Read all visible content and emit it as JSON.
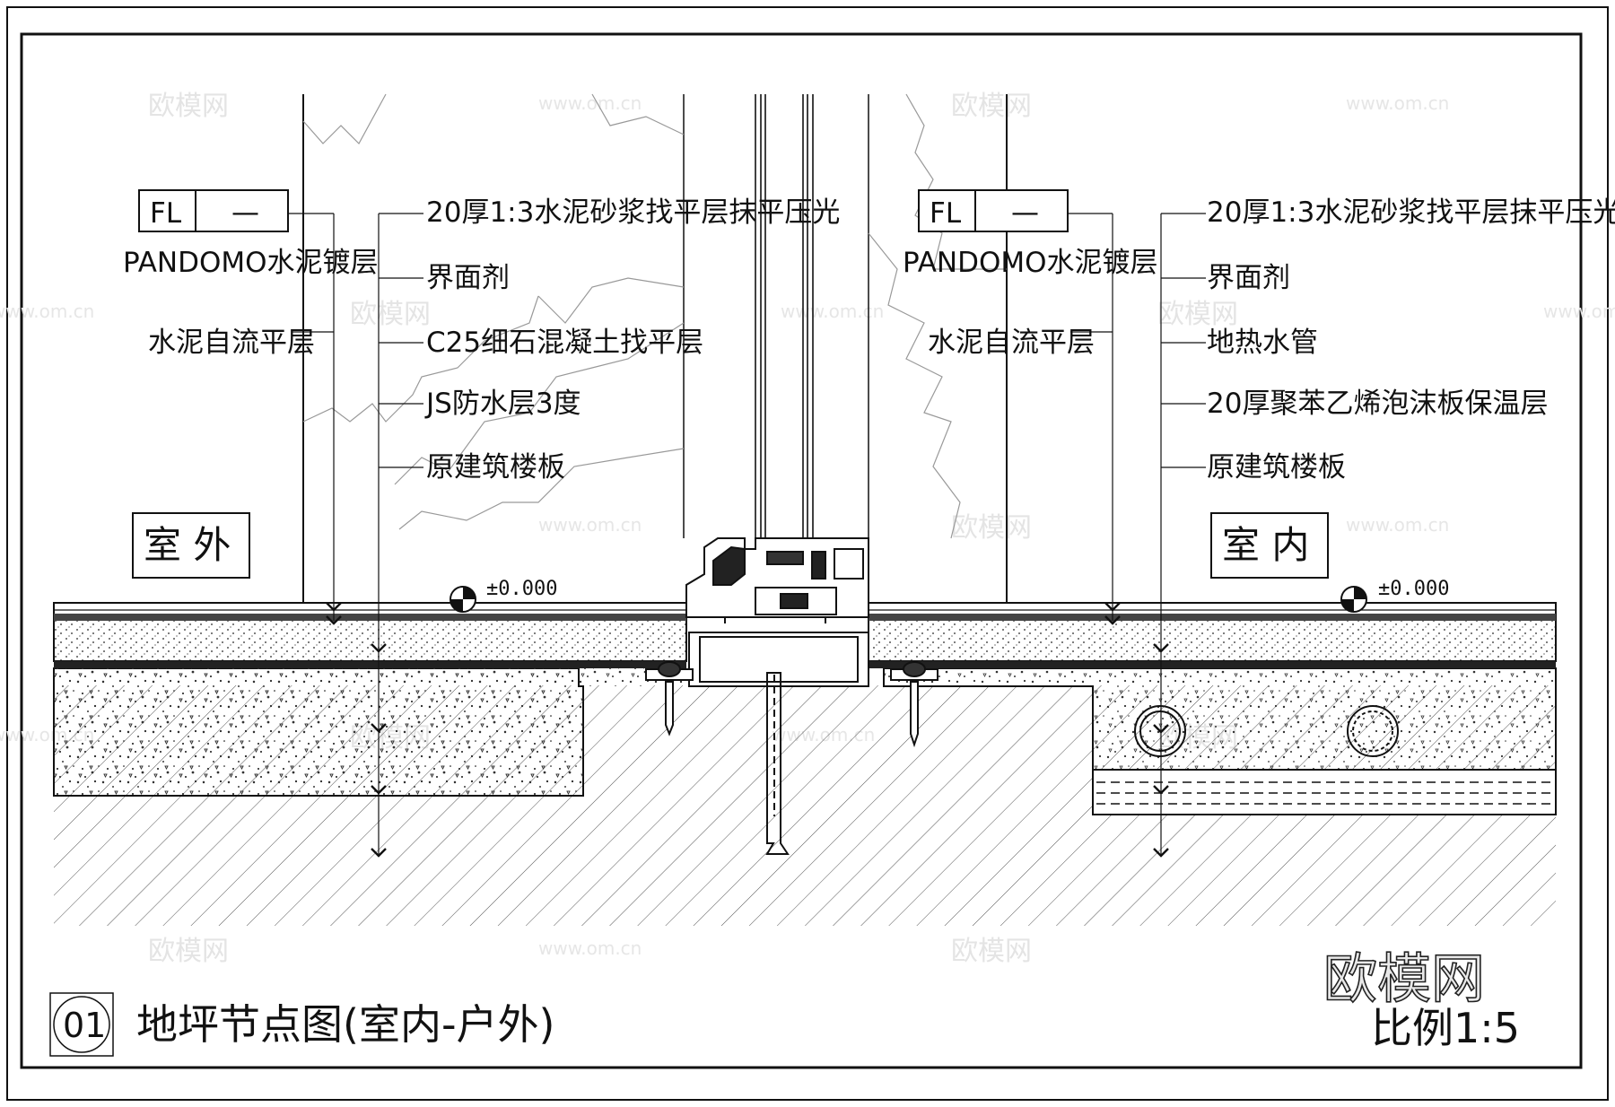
{
  "watermark": {
    "brand": "欧模网",
    "url": "www.om.cn"
  },
  "left_panel": {
    "tag": {
      "left": "FL",
      "right": "—"
    },
    "surface_labels": [
      "PANDOMO水泥镀层",
      "水泥自流平层"
    ],
    "layer_labels": [
      "20厚1:3水泥砂浆找平层抹平压光",
      "界面剂",
      "C25细石混凝土找平层",
      "JS防水层3度",
      "原建筑楼板"
    ],
    "zone": "室 外",
    "level": "±0.000"
  },
  "right_panel": {
    "tag": {
      "left": "FL",
      "right": "—"
    },
    "surface_labels": [
      "PANDOMO水泥镀层",
      "水泥自流平层"
    ],
    "layer_labels": [
      "20厚1:3水泥砂浆找平层抹平压光",
      "界面剂",
      "地热水管",
      "20厚聚苯乙烯泡沫板保温层",
      "原建筑楼板"
    ],
    "zone": "室 内",
    "level": "±0.000"
  },
  "title_block": {
    "number": "01",
    "title": "地坪节点图(室内-户外)",
    "brand": "欧模网",
    "scale": "比例1:5"
  }
}
